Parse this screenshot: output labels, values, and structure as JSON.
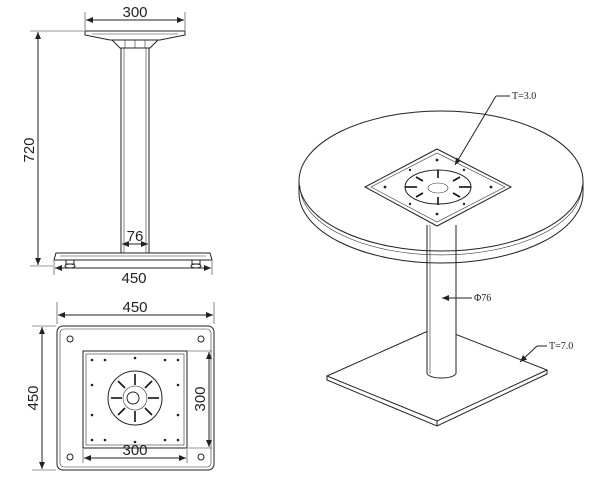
{
  "front_view": {
    "top_plate_width": "300",
    "height": "720",
    "column_diameter": "76",
    "base_width": "450"
  },
  "plan_view": {
    "base_width": "450",
    "base_depth": "450",
    "plate_width": "300",
    "plate_depth": "300"
  },
  "isometric_view": {
    "top_plate_thickness": "T=3.0",
    "column_diameter": "Φ76",
    "base_thickness": "T=7.0"
  }
}
